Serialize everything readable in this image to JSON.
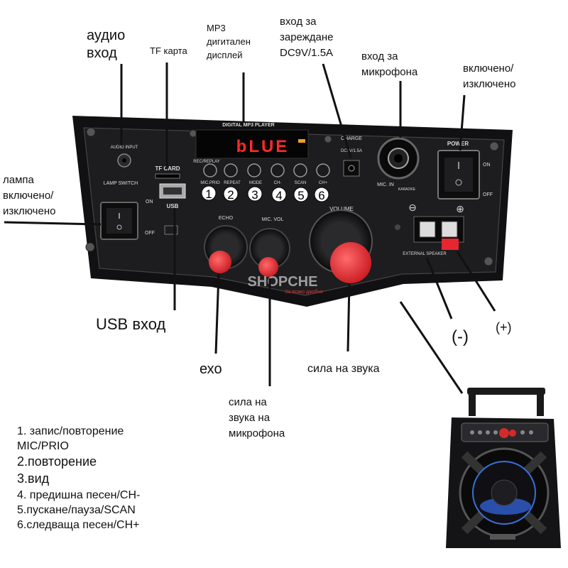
{
  "labels": {
    "audio_input": "аудио\nвход",
    "tf_card": "TF карта",
    "mp3_display": "MP3\nдигитален\nдисплей",
    "charging_input": "вход за\nзареждане\nDC9V/1.5A",
    "mic_input": "вход за\nмикрофона",
    "power_switch": "включено/\nизключено",
    "lamp_switch": "лампа\nвключено/\nизключено",
    "usb_input": "USB вход",
    "echo": "ехо",
    "volume": "сила на звука",
    "mic_volume": "сила на\nзвука на\nмикрофона",
    "minus": "(-)",
    "plus": "(+)"
  },
  "panel": {
    "display_title": "DIGITAL MP3 PLAYER",
    "display_text": "bLUE",
    "audio_input_print": "AUDIO INPUT",
    "tf_card_print": "TF CARD",
    "usb_print": "USB",
    "lamp_switch_print": "LAMP SWITCH",
    "on_print": "ON",
    "off_print": "OFF",
    "charge_print": "CHARGE",
    "charge_spec_print": "DC9V/1.5A",
    "mic_in_print": "MIC. IN",
    "karaoke_print": "KARAOKE",
    "power_print": "POWER",
    "echo_print": "ECHO",
    "mic_vol_print": "MIC. VOL",
    "volume_print": "VOLUME",
    "ext_speaker_print": "EXTERNAL SPEAKER",
    "button_labels": [
      "REC/REPLAY",
      "MIC.PRIO",
      "REPEAT",
      "MODE",
      "CH-",
      "SCAN",
      "CH+"
    ],
    "button_numbers": [
      "1",
      "2",
      "3",
      "4",
      "5",
      "6"
    ],
    "watermark": "SHOPCHE",
    "watermark_sub": "За всяко джобче"
  },
  "legend": [
    "1. запис/повторение",
    "MIC/PRIO",
    "2.повторение",
    "3.вид",
    "4. предишна песен/CH-",
    "5.пускане/пауза/SCAN",
    "6.следваща песен/CH+"
  ],
  "colors": {
    "panel": "#1d1d1f",
    "display_red": "#ff2a2a",
    "knob_red": "#e8262f",
    "label": "#111111"
  }
}
